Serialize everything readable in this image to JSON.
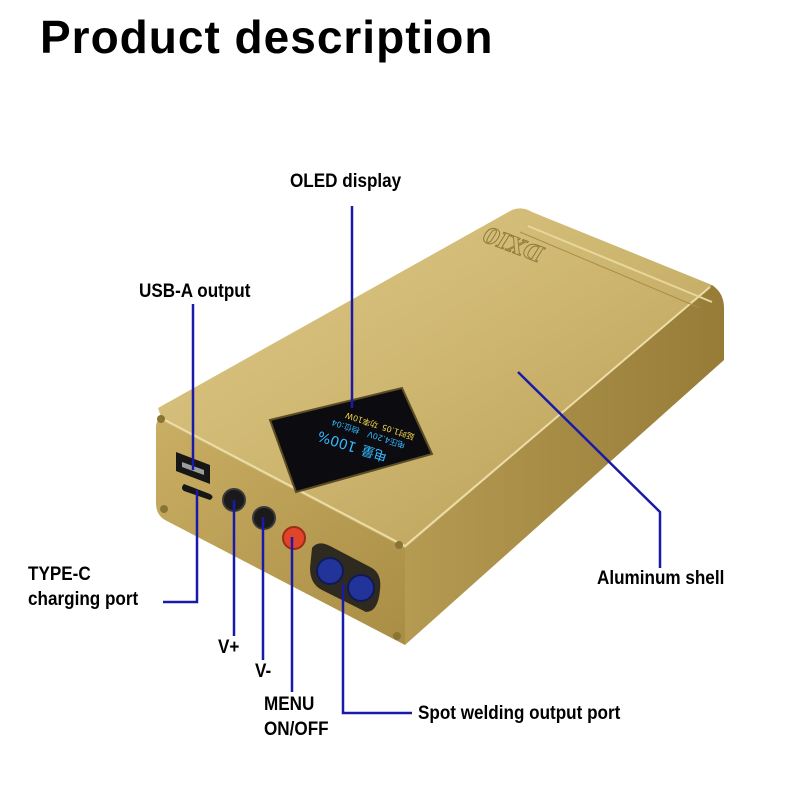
{
  "title": "Product description",
  "brand_logo_text": "DXI0",
  "display": {
    "line1": "电量",
    "percent": "100%",
    "line2": "电压4.20V",
    "line3": "档位:04",
    "line4": "延时1.05",
    "line5": "功率10W"
  },
  "callouts": {
    "oled": "OLED display",
    "usb_a": "USB-A output",
    "type_c_line1": "TYPE-C",
    "type_c_line2": "charging port",
    "v_plus": "V+",
    "v_minus": "V-",
    "menu_line1": "MENU",
    "menu_line2": "ON/OFF",
    "spot": "Spot welding output port",
    "shell": "Aluminum shell"
  },
  "colors": {
    "leader_line": "#1a1aa8",
    "shell_top": "#cdb66e",
    "shell_front": "#b89d55",
    "shell_side": "#a98f48",
    "screen_bg": "#0c0c10",
    "screen_text": "#35b8ff",
    "menu_button": "#e0442a",
    "round_button": "#1a1a1a",
    "output_port": "#22349a"
  }
}
